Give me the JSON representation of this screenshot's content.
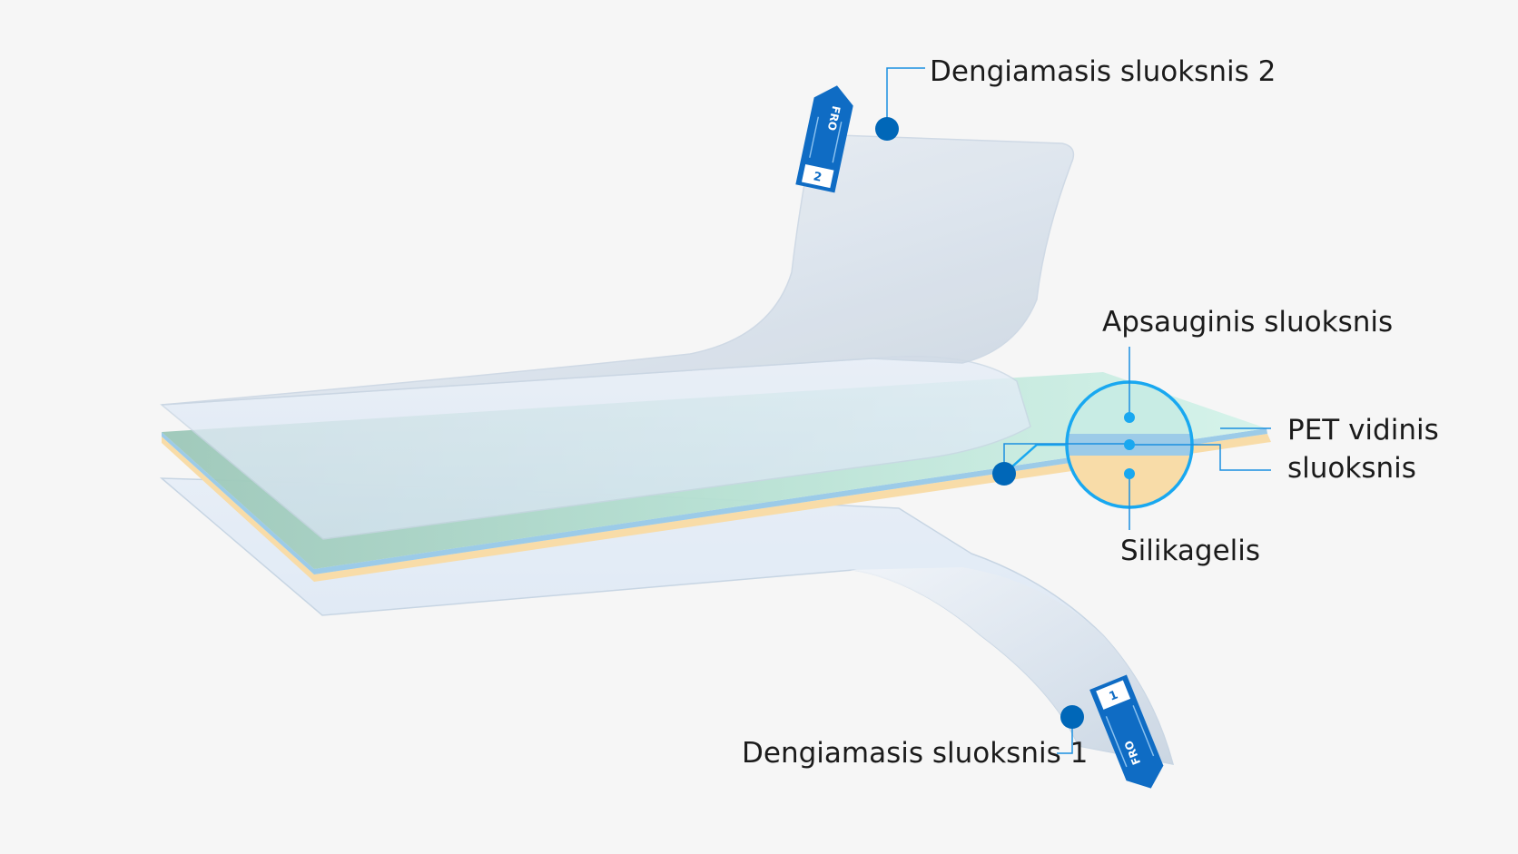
{
  "labels": {
    "cover_layer_2": "Dengiamasis sluoksnis 2",
    "protective_layer": "Apsauginis sluoksnis",
    "pet_inner_layer_line1": "PET vidinis",
    "pet_inner_layer_line2": "sluoksnis",
    "silica_gel": "Silikagelis",
    "cover_layer_1": "Dengiamasis sluoksnis 1"
  },
  "tabs": {
    "top": {
      "brand": "FRO",
      "number": "2"
    },
    "bottom": {
      "brand": "FRO",
      "number": "1"
    }
  },
  "colors": {
    "accent": "#0067b8",
    "callout_line": "#1a8fe0",
    "magnifier_ring": "#19a8f0",
    "film": "#dde8f3",
    "protective": "#c8ece4",
    "pet": "#9ccbe8",
    "silica": "#f8dca8"
  }
}
